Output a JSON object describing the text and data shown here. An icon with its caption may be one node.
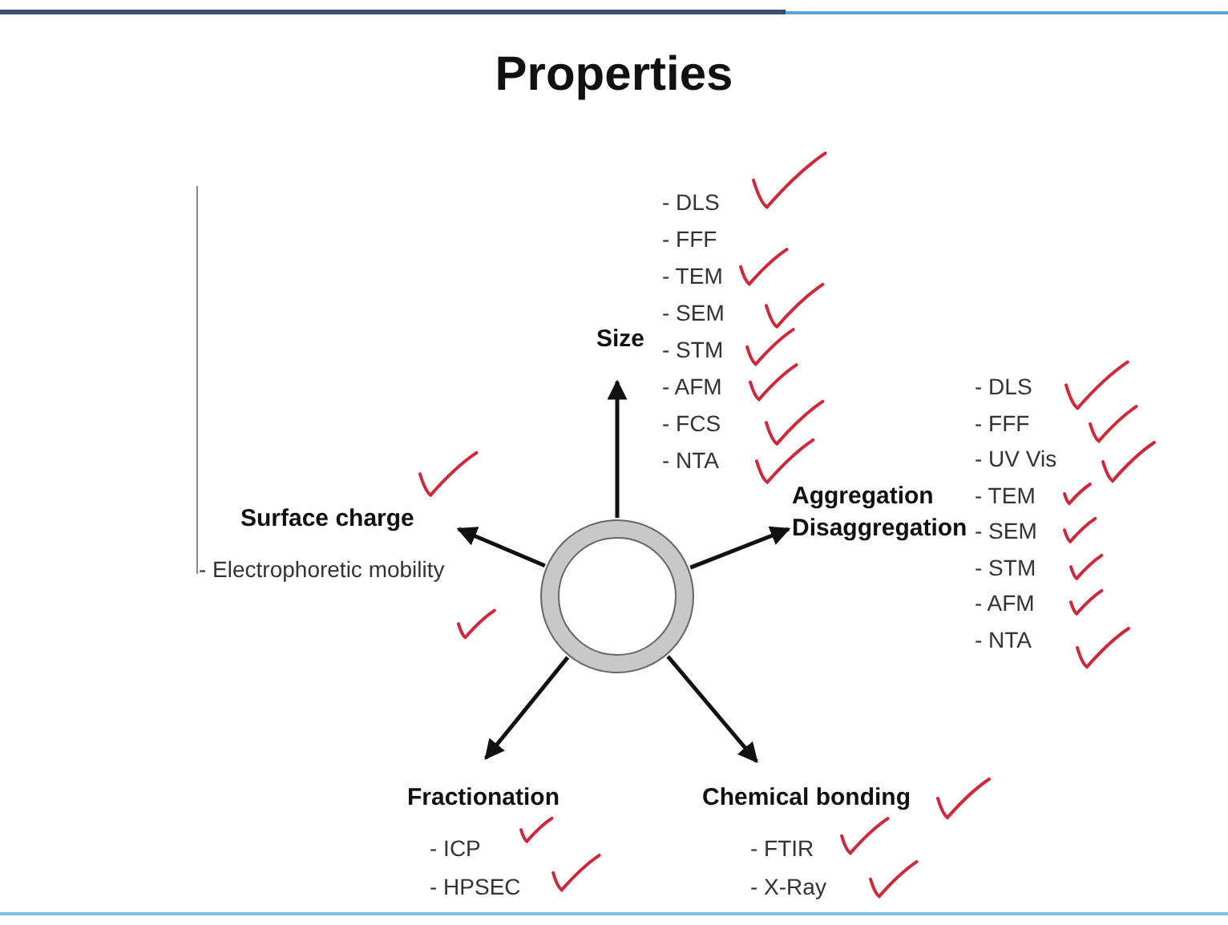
{
  "diagram": {
    "title": "Properties",
    "nodes": [
      {
        "text": [],
        "shape": "circle"
      },
      {
        "text": [
          "Size"
        ],
        "beside": [
          "- DLS",
          "- FFF",
          "- TEM",
          "- SEM",
          "- STM",
          "- AFM",
          "- FCS",
          "- NTA"
        ]
      },
      {
        "text": [
          "Aggregation Disaggregation"
        ],
        "beside": [
          "- DLS",
          "- FFF",
          "- UV Vis",
          "- TEM",
          "- SEM",
          "- STM",
          "- AFM",
          "- NTA"
        ]
      },
      {
        "text": [
          "Surface charge"
        ],
        "beside": [
          "- Electrophoretic mobility"
        ]
      },
      {
        "text": [
          "Fractionation"
        ],
        "beside": [
          "- ICP",
          "- HPSEC"
        ]
      },
      {
        "text": [
          "Chemical bonding"
        ],
        "beside": [
          "- FTIR",
          "- X-Ray"
        ]
      }
    ],
    "edges": [
      {
        "from": 0,
        "to": 1,
        "arrow": "to"
      },
      {
        "from": 0,
        "to": 2,
        "arrow": "to"
      },
      {
        "from": 0,
        "to": 3,
        "arrow": "to"
      },
      {
        "from": 0,
        "to": 4,
        "arrow": "to"
      },
      {
        "from": 0,
        "to": 5,
        "arrow": "to"
      }
    ]
  }
}
